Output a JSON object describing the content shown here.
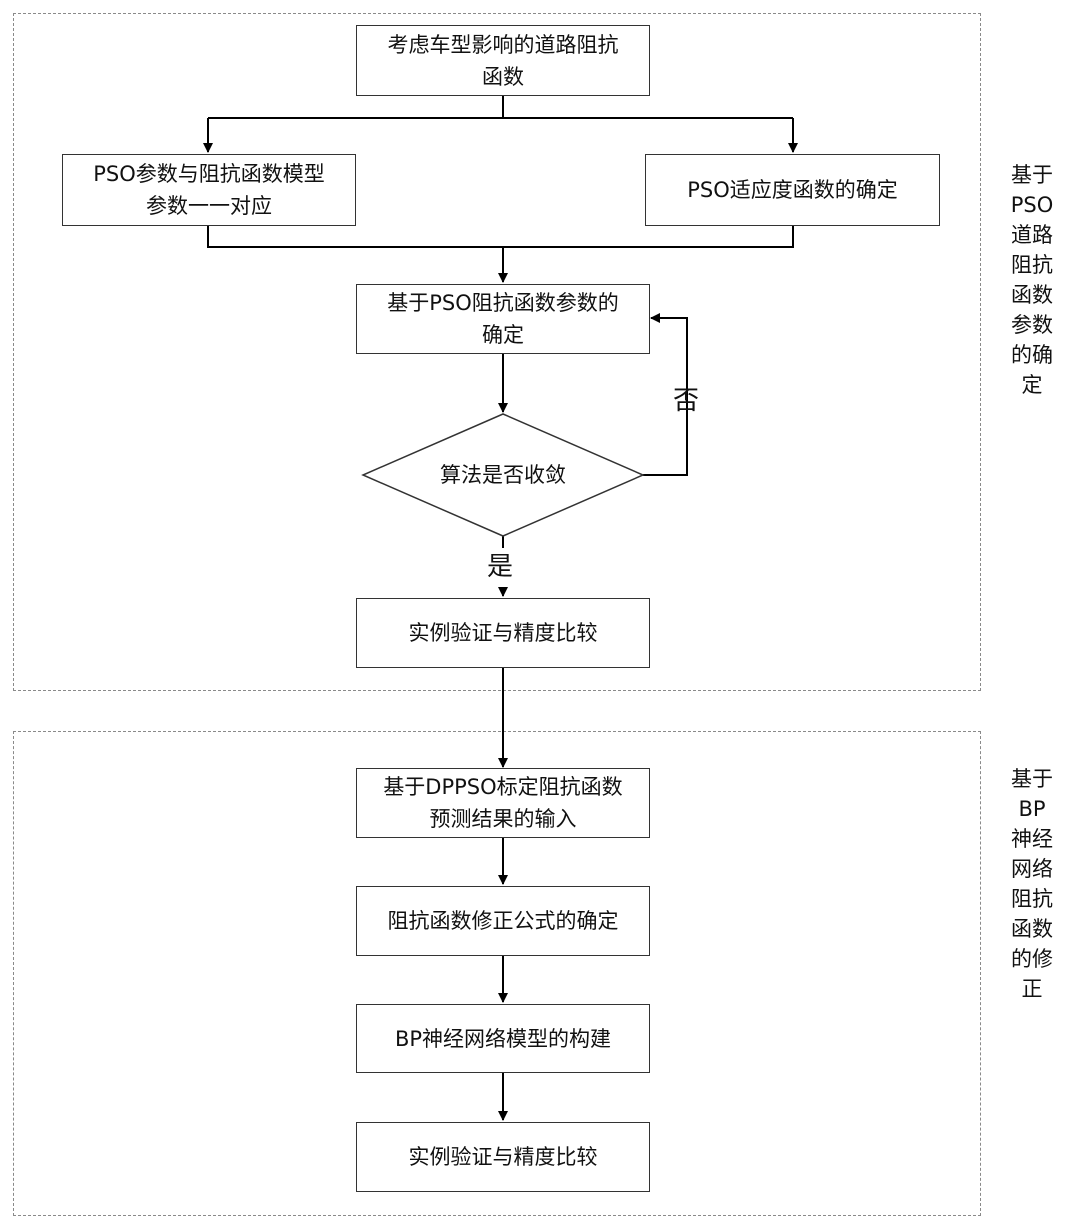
{
  "groups": {
    "pso": {
      "label": "基于PSO道路阻抗函数参数的确定"
    },
    "bp": {
      "label": "基于BP神经网络阻抗函数的修正"
    }
  },
  "nodes": {
    "n1": "考虑车型影响的道路阻抗\n函数",
    "n2": "PSO参数与阻抗函数模型\n参数一一对应",
    "n3": "PSO适应度函数的确定",
    "n4": "基于PSO阻抗函数参数的\n确定",
    "n5": "算法是否收敛",
    "n6": "实例验证与精度比较",
    "n7": "基于DPPSO标定阻抗函数\n预测结果的输入",
    "n8": "阻抗函数修正公式的确定",
    "n9": "BP神经网络模型的构建",
    "n10": "实例验证与精度比较"
  },
  "edge_labels": {
    "no": "否",
    "yes": "是"
  }
}
